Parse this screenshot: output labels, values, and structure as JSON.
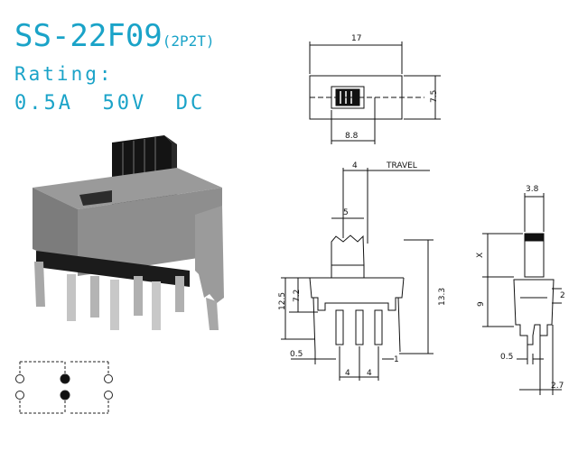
{
  "header": {
    "model": "SS-22F09",
    "config": "(2P2T)",
    "rating_label": "Rating:",
    "rating_value": "0.5A  50V  DC"
  },
  "top_view": {
    "width_label": "17",
    "height_label": "7.5",
    "inner_label": "8.8"
  },
  "front_view": {
    "travel_label": "TRAVEL",
    "travel_value": "4",
    "knob_label": "5",
    "height_outer": "12.5",
    "height_inner": "7.2",
    "height_total": "13.3",
    "pin_thickness": "0.5",
    "pitch_left": "4",
    "pitch_right": "4",
    "pin_width": "1"
  },
  "side_view": {
    "knob_width": "3.8",
    "x_label": "X",
    "body_height": "9",
    "tab_label": "2",
    "pin_label": "0.5",
    "bottom_label": "2.7"
  }
}
